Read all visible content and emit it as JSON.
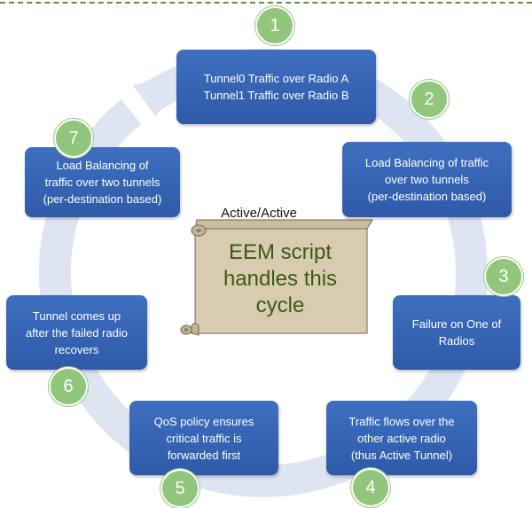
{
  "steps": [
    {
      "number": "1",
      "lines": [
        "Tunnel0 Traffic over Radio A",
        "Tunnel1 Traffic over Radio B"
      ]
    },
    {
      "number": "2",
      "lines": [
        "Load Balancing of traffic",
        "over two tunnels",
        "(per-destination based)"
      ]
    },
    {
      "number": "3",
      "lines": [
        "Failure on One of",
        "Radios"
      ]
    },
    {
      "number": "4",
      "lines": [
        "Traffic flows over the",
        "other active radio",
        "(thus Active Tunnel)"
      ]
    },
    {
      "number": "5",
      "lines": [
        "QoS policy ensures",
        "critical traffic is",
        "forwarded first"
      ]
    },
    {
      "number": "6",
      "lines": [
        "Tunnel comes up",
        "after the failed radio",
        "recovers"
      ]
    },
    {
      "number": "7",
      "lines": [
        "Load Balancing of",
        "traffic over two tunnels",
        "(per-destination based)"
      ]
    }
  ],
  "center": {
    "label": "Active/Active",
    "scroll_lines": [
      "EEM script",
      "handles this",
      "cycle"
    ]
  },
  "colors": {
    "box": "#2f5ba9",
    "badge": "#92c67c",
    "cycle_arrow": "#dfe4f2",
    "scroll_fill": "#d8cbb0",
    "scroll_text": "#3b5a16"
  }
}
